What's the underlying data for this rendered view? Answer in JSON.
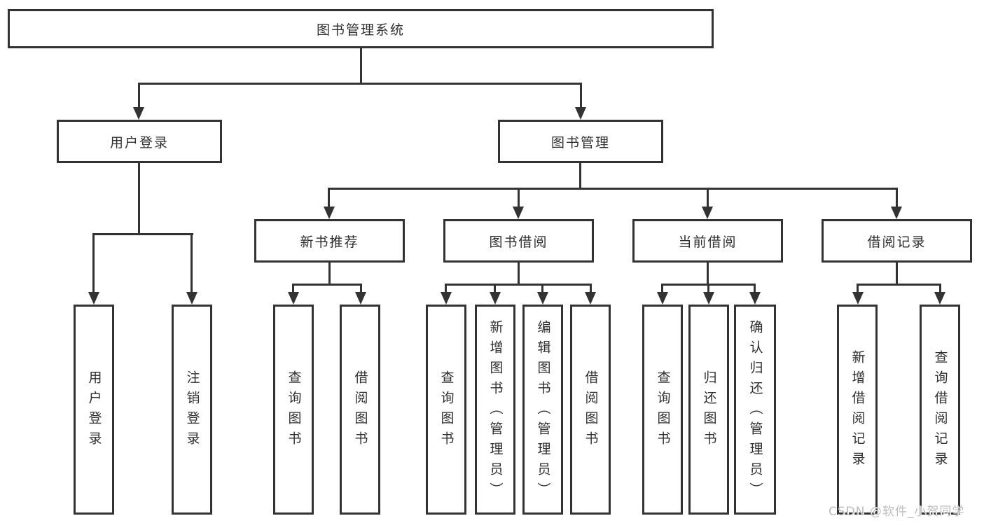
{
  "diagram": {
    "colors": {
      "line": "#333333",
      "text": "#2f2f2f",
      "background": "#ffffff",
      "watermark": "#bdbdbd"
    },
    "root": {
      "label": "图书管理系统"
    },
    "branches": [
      {
        "label": "用户登录",
        "children": [
          {
            "label": "用户登录"
          },
          {
            "label": "注销登录"
          }
        ]
      },
      {
        "label": "图书管理",
        "children": [
          {
            "label": "新书推荐",
            "children": [
              {
                "label": "查询图书"
              },
              {
                "label": "借阅图书"
              }
            ]
          },
          {
            "label": "图书借阅",
            "children": [
              {
                "label": "查询图书"
              },
              {
                "label": "新增图书（管理员）"
              },
              {
                "label": "编辑图书（管理员）"
              },
              {
                "label": "借阅图书"
              }
            ]
          },
          {
            "label": "当前借阅",
            "children": [
              {
                "label": "查询图书"
              },
              {
                "label": "归还图书"
              },
              {
                "label": "确认归还（管理员）"
              }
            ]
          },
          {
            "label": "借阅记录",
            "children": [
              {
                "label": "新增借阅记录"
              },
              {
                "label": "查询借阅记录"
              }
            ]
          }
        ]
      }
    ],
    "watermark": "CSDN @软件_小贺同学"
  }
}
